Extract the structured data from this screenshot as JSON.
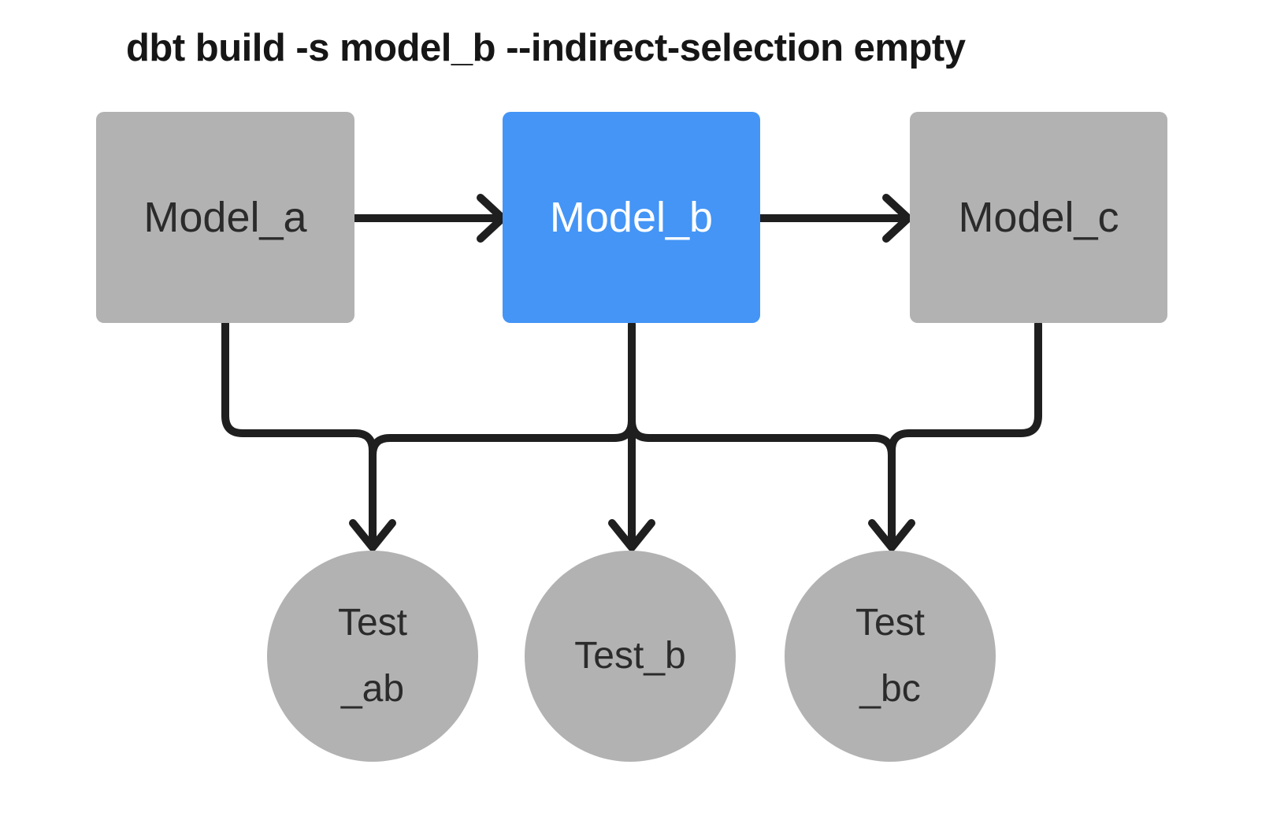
{
  "title": "dbt build -s model_b --indirect-selection empty",
  "colors": {
    "background": "#ffffff",
    "node_gray": "#b2b2b2",
    "node_blue": "#4495f6",
    "edge": "#1f1f1f",
    "text_dark": "#2b2b2b",
    "text_light": "#ffffff",
    "title_text": "#161616"
  },
  "nodes": {
    "model_a": {
      "label": "Model_a",
      "shape": "rect",
      "state": "unselected"
    },
    "model_b": {
      "label": "Model_b",
      "shape": "rect",
      "state": "selected"
    },
    "model_c": {
      "label": "Model_c",
      "shape": "rect",
      "state": "unselected"
    },
    "test_ab": {
      "label": "Test\n_ab",
      "shape": "circle",
      "state": "unselected"
    },
    "test_b": {
      "label": "Test_b",
      "shape": "circle",
      "state": "unselected"
    },
    "test_bc": {
      "label": "Test\n_bc",
      "shape": "circle",
      "state": "unselected"
    }
  },
  "edges": [
    {
      "from": "model_a",
      "to": "model_b"
    },
    {
      "from": "model_b",
      "to": "model_c"
    },
    {
      "from": "model_a",
      "to": "test_ab"
    },
    {
      "from": "model_b",
      "to": "test_ab"
    },
    {
      "from": "model_b",
      "to": "test_b"
    },
    {
      "from": "model_b",
      "to": "test_bc"
    },
    {
      "from": "model_c",
      "to": "test_bc"
    }
  ]
}
